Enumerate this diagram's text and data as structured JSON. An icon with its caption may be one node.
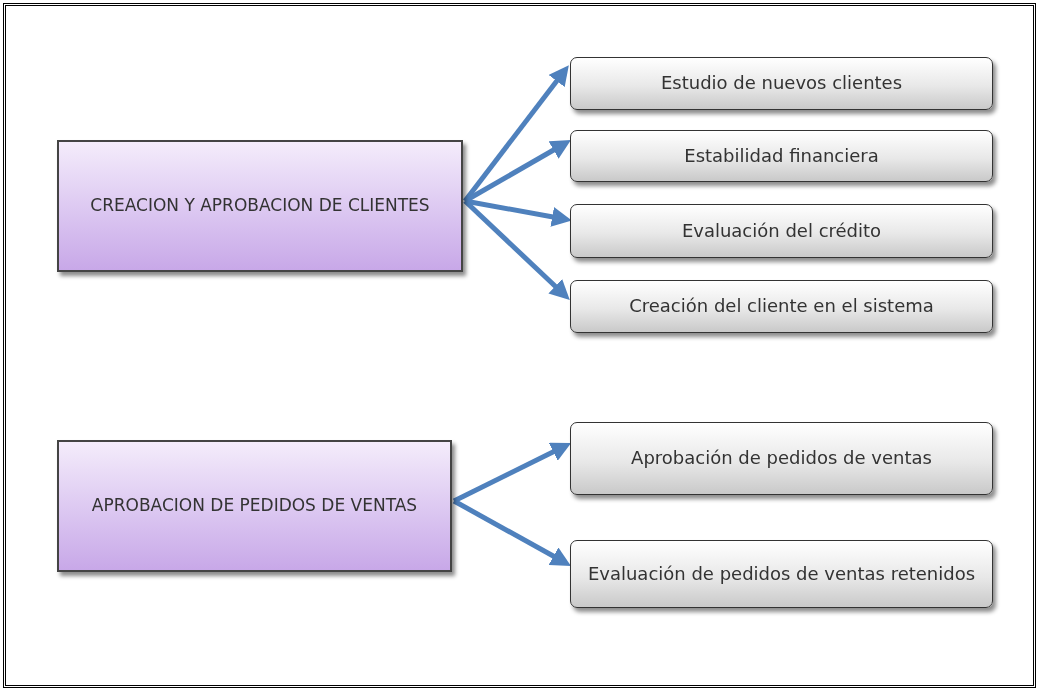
{
  "diagram": {
    "nodes": [
      {
        "text": [
          "CREACION Y APROBACION DE CLIENTES"
        ]
      },
      {
        "text": [
          "Estudio de nuevos clientes"
        ]
      },
      {
        "text": [
          "Estabilidad financiera"
        ]
      },
      {
        "text": [
          "Evaluación del crédito"
        ]
      },
      {
        "text": [
          "Creación del cliente en el sistema"
        ]
      },
      {
        "text": [
          "APROBACION DE PEDIDOS DE VENTAS"
        ]
      },
      {
        "text": [
          "Aprobación de pedidos de ventas"
        ]
      },
      {
        "text": [
          "Evaluación de pedidos de ventas retenidos"
        ]
      }
    ],
    "edges": [
      {
        "from": 0,
        "to": 1,
        "arrow": "to"
      },
      {
        "from": 0,
        "to": 2,
        "arrow": "to"
      },
      {
        "from": 0,
        "to": 3,
        "arrow": "to"
      },
      {
        "from": 0,
        "to": 4,
        "arrow": "to"
      },
      {
        "from": 5,
        "to": 6,
        "arrow": "to"
      },
      {
        "from": 5,
        "to": 7,
        "arrow": "to"
      }
    ]
  }
}
